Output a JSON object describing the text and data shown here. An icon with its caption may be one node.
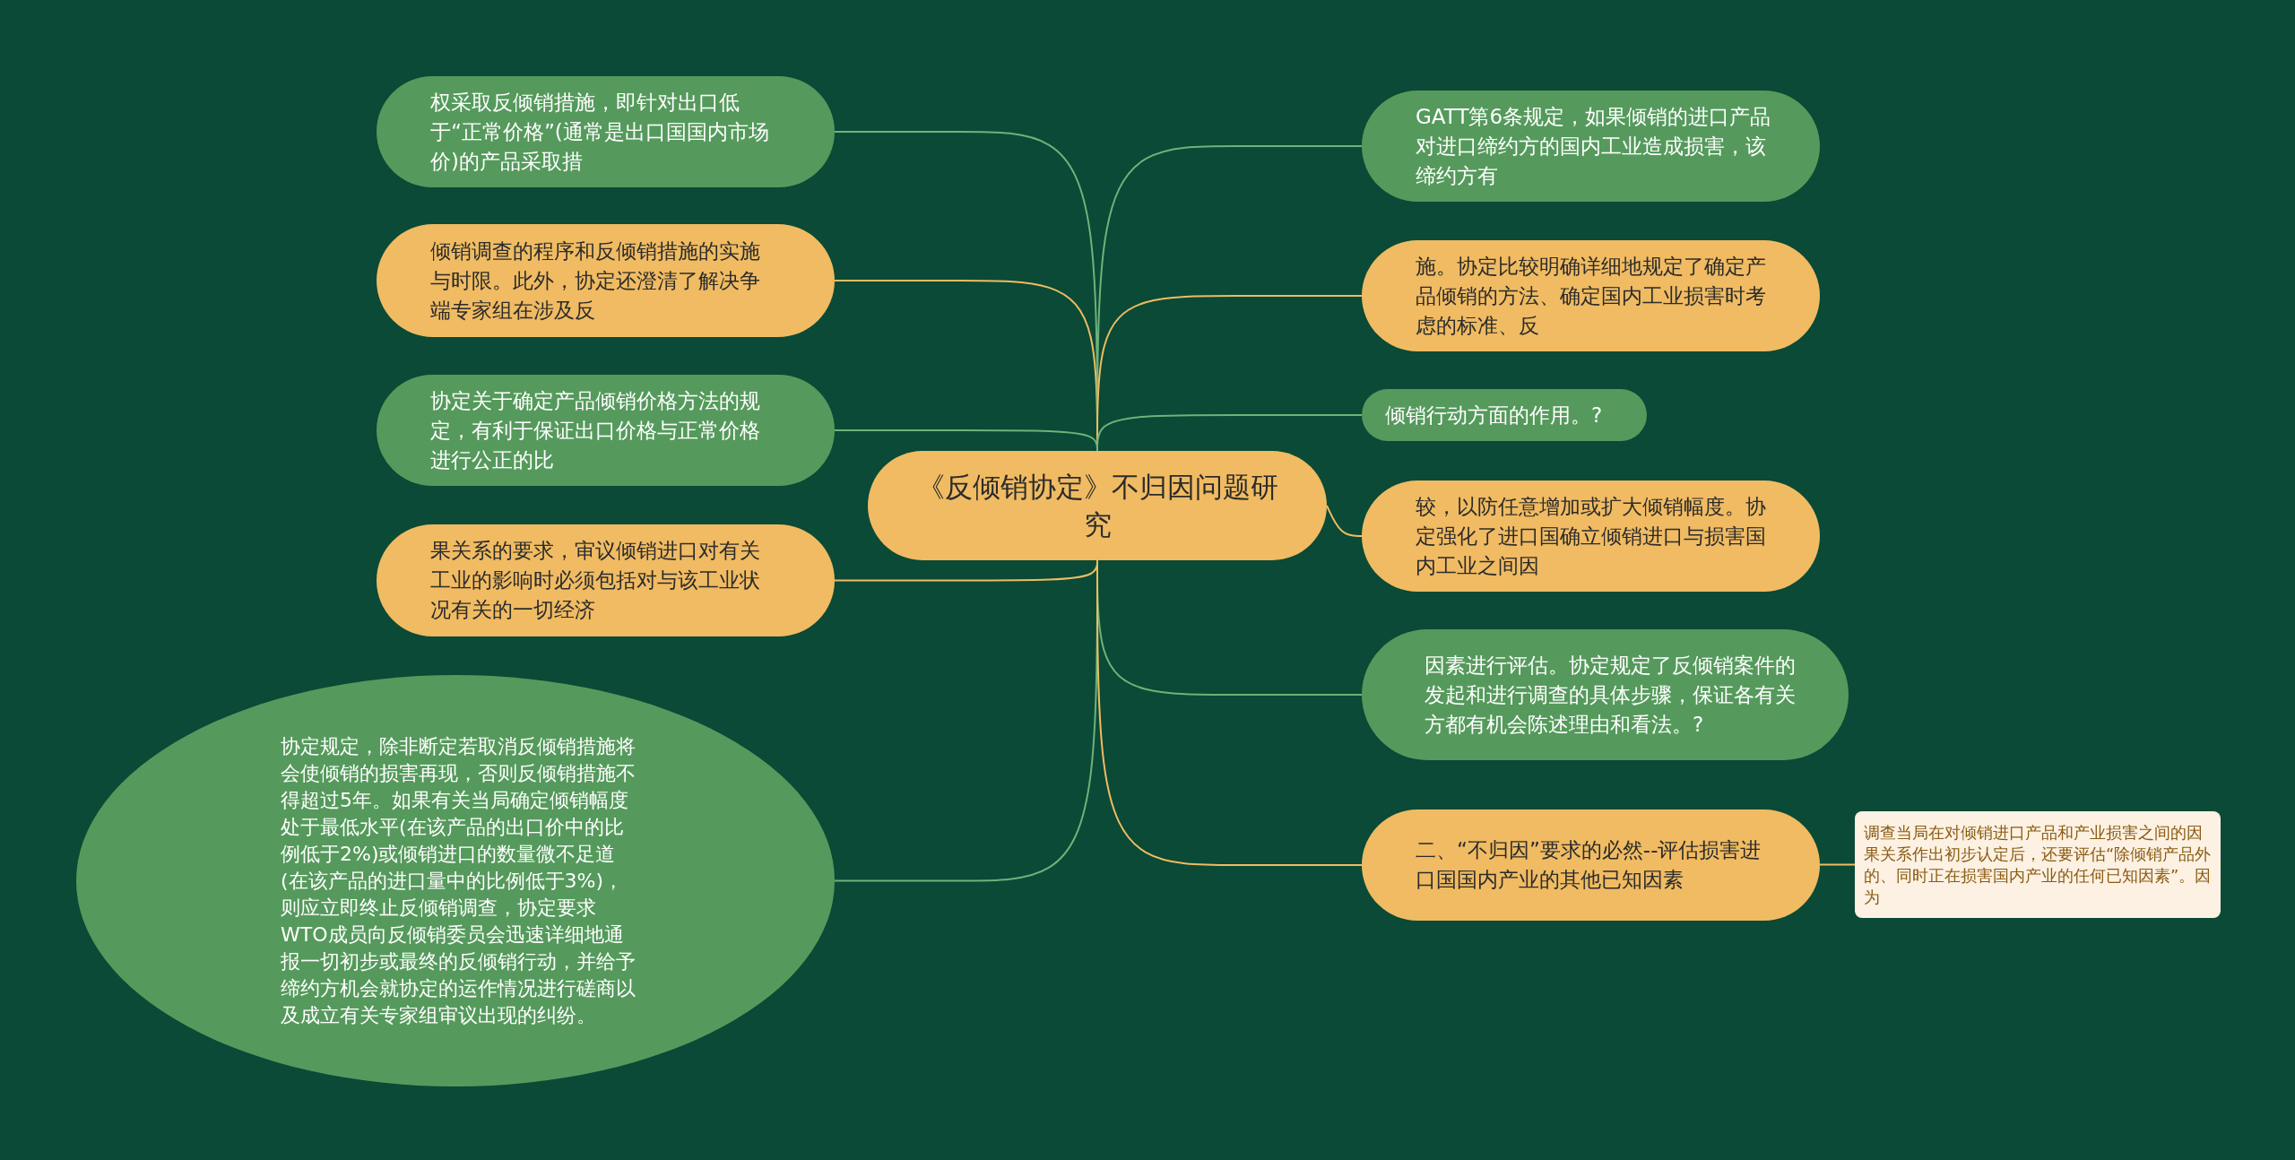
{
  "diagram": {
    "nodes": [
      {
        "text": [
          "《反倾销协定》不归因问题研究"
        ]
      },
      {
        "text": [
          "权采取反倾销措施，即针对出口低于“正常价格”(通常是出口国国内市场价)的产品采取措"
        ]
      },
      {
        "text": [
          "倾销调查的程序和反倾销措施的实施与时限。此外，协定还澄清了解决争端专家组在涉及反"
        ]
      },
      {
        "text": [
          "协定关于确定产品倾销价格方法的规定，有利于保证出口价格与正常价格进行公正的比"
        ]
      },
      {
        "text": [
          "果关系的要求，审议倾销进口对有关工业的影响时必须包括对与该工业状况有关的一切经济"
        ]
      },
      {
        "text": [
          "协定规定，除非断定若取消反倾销措施将会使倾销的损害再现，否则反倾销措施不得超过5年。如果有关当局确定倾销幅度处于最低水平(在该产品的出口价中的比例低于2%)或倾销进口的数量微不足道(在该产品的进口量中的比例低于3%)，则应立即终止反倾销调查，协定要求WTO成员向反倾销委员会迅速详细地通报一切初步或最终的反倾销行动，并给予缔约方机会就协定的运作情况进行磋商以及成立有关专家组审议出现的纠纷。"
        ]
      },
      {
        "text": [
          "GATT第6条规定，如果倾销的进口产品对进口缔约方的国内工业造成损害，该缔约方有"
        ]
      },
      {
        "text": [
          "施。协定比较明确详细地规定了确定产品倾销的方法、确定国内工业损害时考虑的标准、反"
        ]
      },
      {
        "text": [
          "倾销行动方面的作用。?"
        ]
      },
      {
        "text": [
          "较，以防任意增加或扩大倾销幅度。协定强化了进口国确立倾销进口与损害国内工业之间因"
        ]
      },
      {
        "text": [
          "因素进行评估。协定规定了反倾销案件的发起和进行调查的具体步骤，保证各有关方都有机会陈述理由和看法。?"
        ]
      },
      {
        "text": [
          "二、“不归因”要求的必然--评估损害进口国国内产业的其他已知因素"
        ]
      },
      {
        "text": [
          "调查当局在对倾销进口产品和产业损害之间的因果关系作出初步认定后，还要评估“除倾销产品外的、同时正在损害国内产业的任何已知因素”。因为"
        ]
      }
    ],
    "edges": [
      {
        "from": 0,
        "to": 1,
        "arrow": "none",
        "color": "#6fb27a"
      },
      {
        "from": 0,
        "to": 2,
        "arrow": "none",
        "color": "#f0bb62"
      },
      {
        "from": 0,
        "to": 3,
        "arrow": "none",
        "color": "#6fb27a"
      },
      {
        "from": 0,
        "to": 4,
        "arrow": "none",
        "color": "#f0bb62"
      },
      {
        "from": 0,
        "to": 5,
        "arrow": "none",
        "color": "#6fb27a"
      },
      {
        "from": 0,
        "to": 6,
        "arrow": "none",
        "color": "#6fb27a"
      },
      {
        "from": 0,
        "to": 7,
        "arrow": "none",
        "color": "#f0bb62"
      },
      {
        "from": 0,
        "to": 8,
        "arrow": "none",
        "color": "#6fb27a"
      },
      {
        "from": 0,
        "to": 9,
        "arrow": "none",
        "color": "#f0bb62"
      },
      {
        "from": 0,
        "to": 10,
        "arrow": "none",
        "color": "#6fb27a"
      },
      {
        "from": 0,
        "to": 11,
        "arrow": "none",
        "color": "#f0bb62"
      },
      {
        "from": 11,
        "to": 12,
        "arrow": "none",
        "color": "#f0bb62"
      }
    ]
  }
}
